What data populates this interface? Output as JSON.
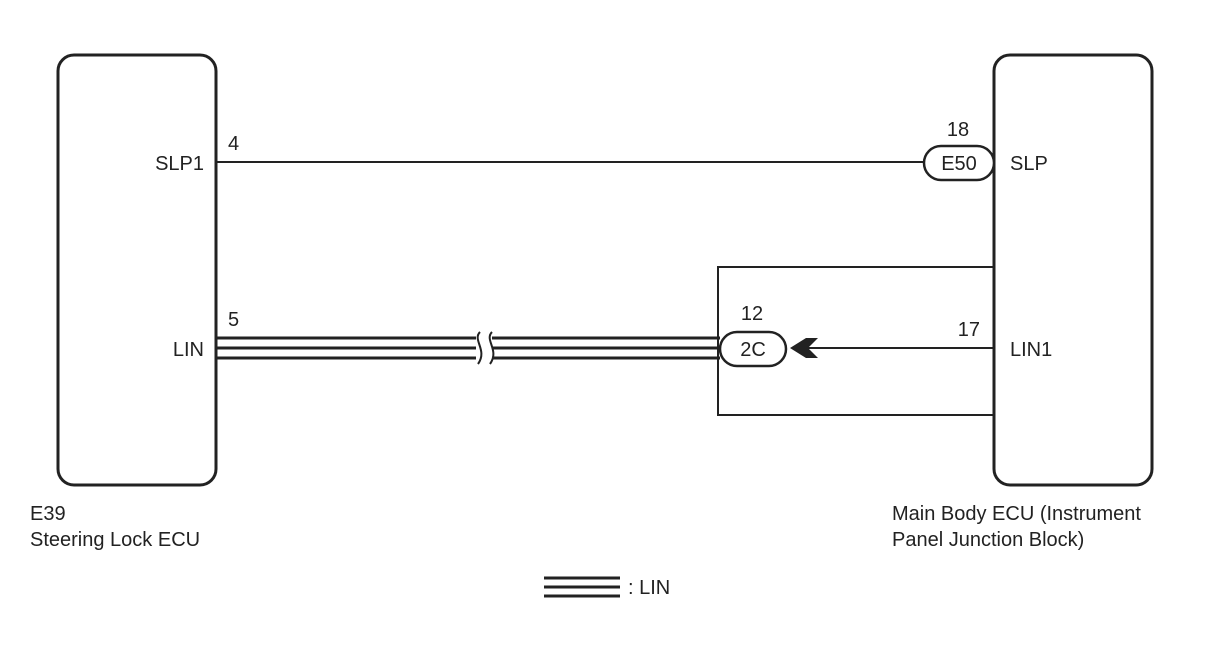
{
  "left_ecu": {
    "code": "E39",
    "name": "Steering Lock ECU",
    "pins": {
      "slp1_label": "SLP1",
      "slp1_number": "4",
      "lin_label": "LIN",
      "lin_number": "5"
    }
  },
  "right_ecu": {
    "name_line1": "Main Body ECU (Instrument",
    "name_line2": "Panel Junction Block)",
    "pins": {
      "slp_label": "SLP",
      "lin1_label": "LIN1",
      "lin1_number": "17"
    }
  },
  "connectors": {
    "e50": {
      "label": "E50",
      "pin": "18"
    },
    "c2": {
      "label": "2C",
      "pin": "12"
    }
  },
  "legend": {
    "label": ": LIN"
  }
}
